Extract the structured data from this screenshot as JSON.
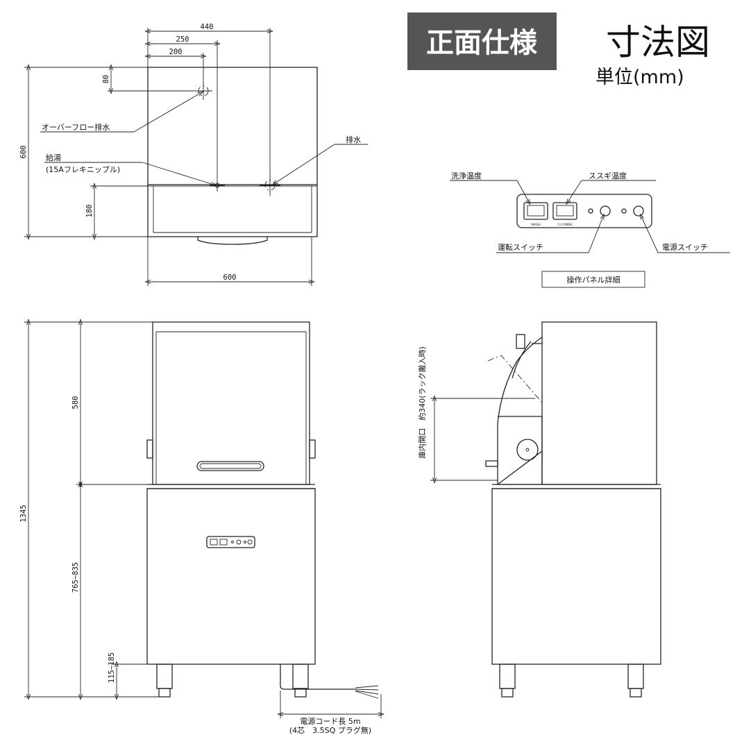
{
  "header": {
    "badge": "正面仕様",
    "title": "寸法図",
    "unit": "単位(mm)"
  },
  "top_view": {
    "dim_440": "440",
    "dim_250": "250",
    "dim_200": "200",
    "dim_80": "80",
    "dim_600_h": "600",
    "dim_180": "180",
    "dim_600_w": "600",
    "overflow_label": "オーバーフロー排水",
    "supply_label": "給湯",
    "supply_sub": "(15Aフレキニップル)",
    "drain_label": "排水"
  },
  "panel_detail": {
    "wash_temp": "洗浄温度",
    "rinse_temp": "ススギ温度",
    "run_switch": "運転スイッチ",
    "power_switch": "電源スイッチ",
    "caption": "操作パネル詳細",
    "wash_small": "WASH",
    "rinse_small": "ﾘﾝｽ RINSE"
  },
  "front_view": {
    "dim_1345": "1345",
    "dim_580": "580",
    "dim_765_835": "765~835",
    "dim_115_185": "115~185",
    "cord_line1": "電源コード長 5m",
    "cord_line2": "(4芯　3.5SQ プラグ無)"
  },
  "side_view": {
    "opening_label": "庫内開口　約340(ラック搬入時)"
  }
}
